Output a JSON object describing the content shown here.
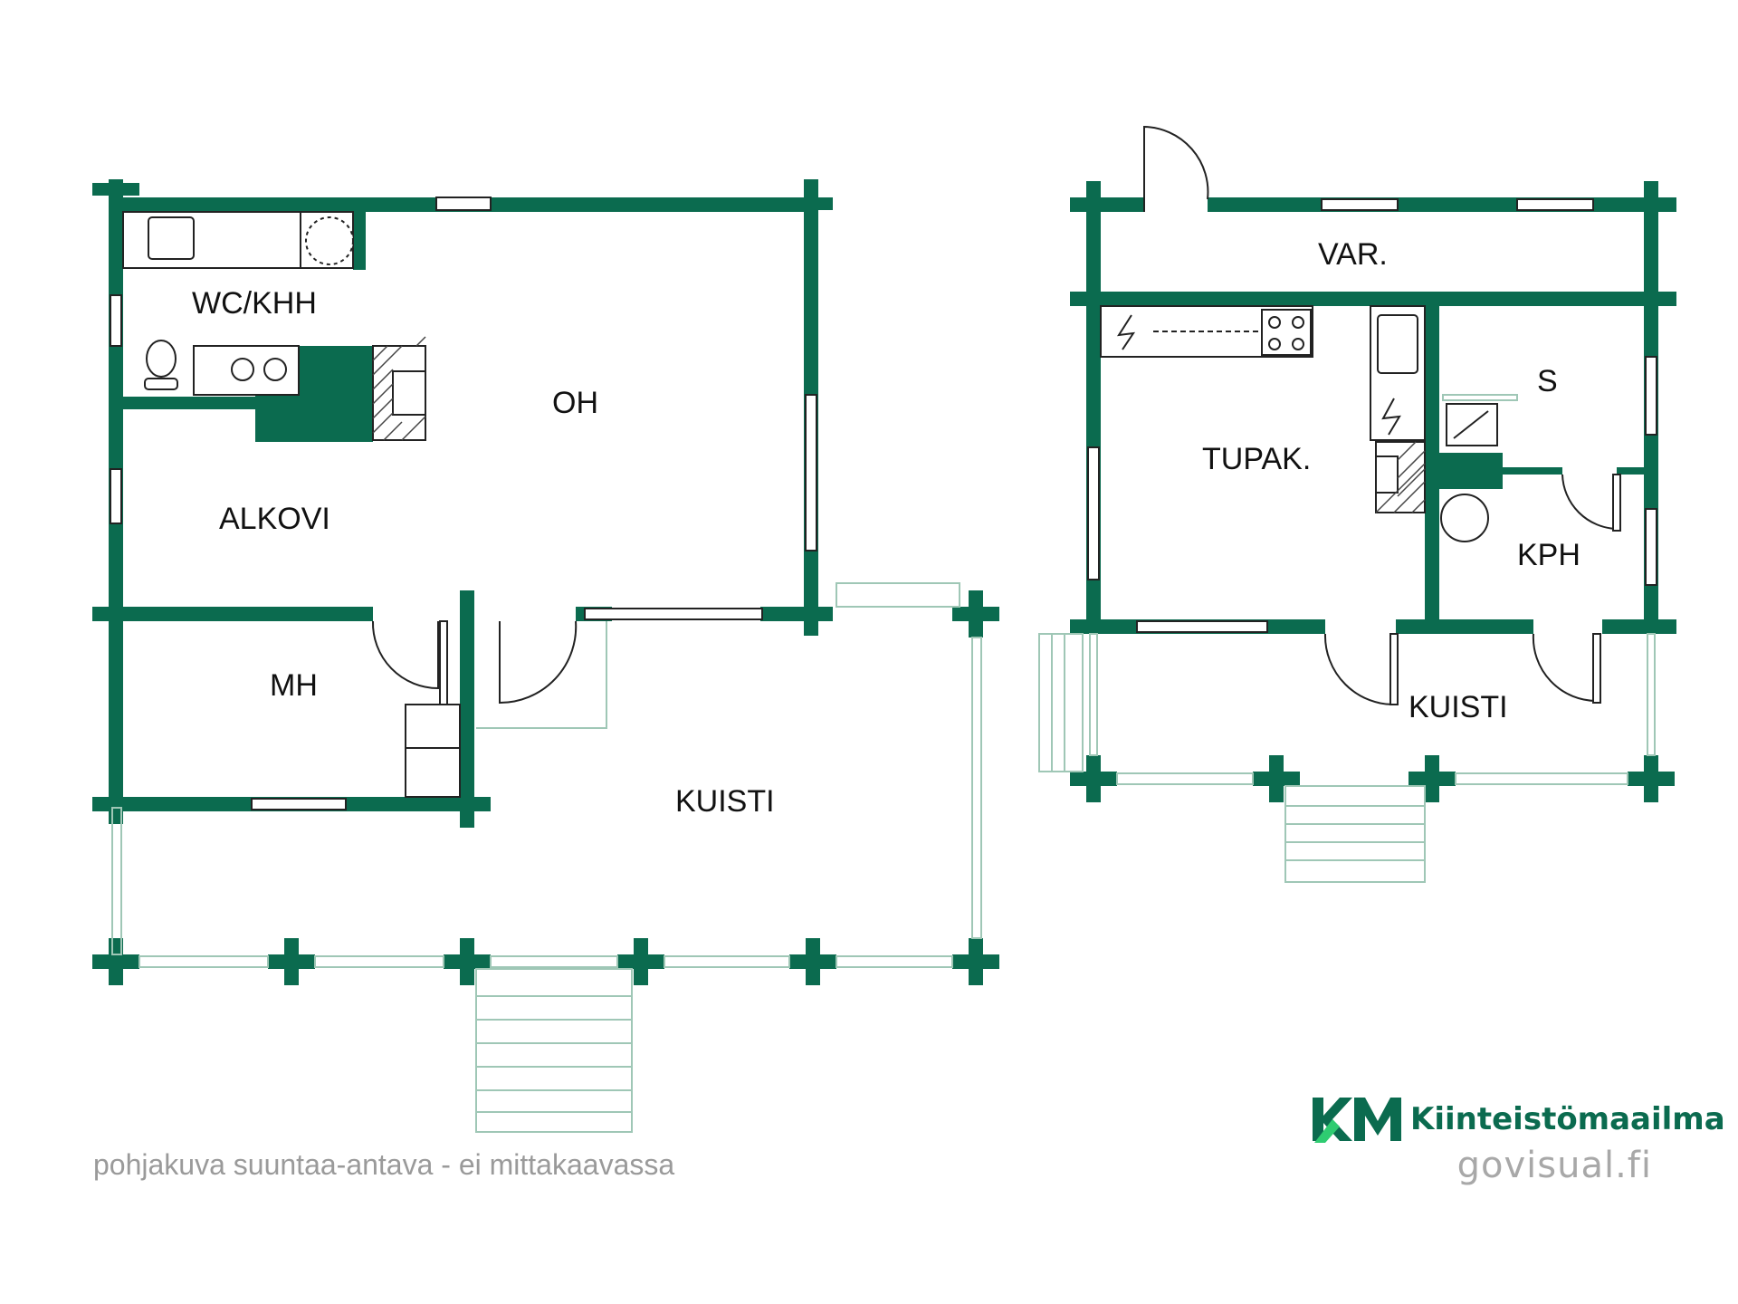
{
  "colors": {
    "wall": "#0b6b4f",
    "thin": "#9fc7b6",
    "text": "#111111",
    "footer": "#9a9a9a",
    "site": "#a8a8a8"
  },
  "rooms": {
    "wc_khh": "WC/KHH",
    "oh": "OH",
    "alkovi": "ALKOVI",
    "mh": "MH",
    "kuisti_main": "KUISTI",
    "var": "VAR.",
    "tupak": "TUPAK.",
    "s": "S",
    "kph": "KPH",
    "kuisti_side": "KUISTI"
  },
  "footer": {
    "note": "pohjakuva suuntaa-antava - ei mittakaavassa"
  },
  "brand": {
    "mark": "KM",
    "name": "Kiinteistömaailma",
    "site": "govisual.fi"
  },
  "icons": {
    "brand": "km-logo-icon",
    "sink": "sink-icon",
    "toilet": "toilet-icon",
    "stove": "stove-icon",
    "fireplace": "fireplace-icon"
  }
}
